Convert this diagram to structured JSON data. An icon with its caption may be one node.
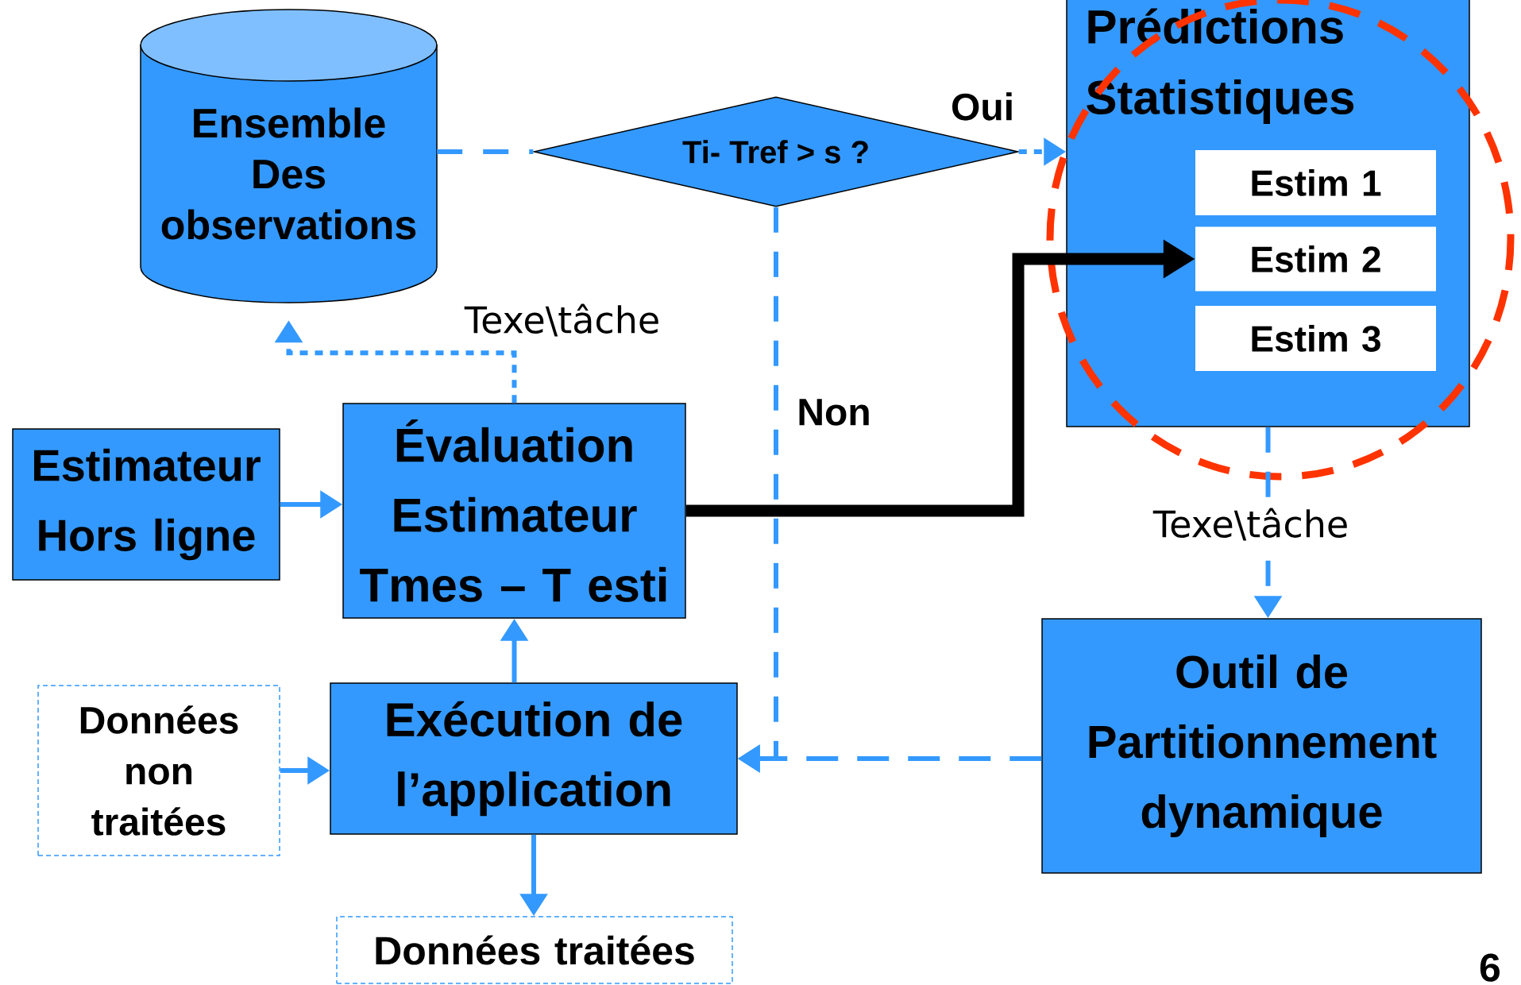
{
  "diagram": {
    "nodes": [
      {
        "text": [
          "Ensemble Des observations"
        ]
      },
      {
        "text": [
          "Ti- Tref > s ?"
        ]
      },
      {
        "text": [
          "Prédictions Statistiques"
        ]
      },
      {
        "text": [
          "Estim 1"
        ],
        "in": 2
      },
      {
        "text": [
          "Estim 2"
        ],
        "in": 2
      },
      {
        "text": [
          "Estim 3"
        ],
        "in": 2
      },
      {
        "text": [
          "Estimateur Hors ligne"
        ]
      },
      {
        "text": [
          "Évaluation Estimateur Tmes – T esti"
        ]
      },
      {
        "text": [
          "Exécution de l’application"
        ]
      },
      {
        "text": [
          "Données non traitées"
        ]
      },
      {
        "text": [
          "Outil de Partitionnement dynamique"
        ]
      },
      {
        "text": [
          "Données traitées"
        ]
      }
    ],
    "edges": [
      {
        "from": 0,
        "to": 1,
        "arrow": "none",
        "style": "dashed"
      },
      {
        "from": 1,
        "to": 2,
        "arrow": "to",
        "label": "Oui",
        "style": "dashed"
      },
      {
        "from": 1,
        "to": 8,
        "arrow": "to",
        "label": "Non",
        "style": "dashed"
      },
      {
        "from": 7,
        "to": 4,
        "arrow": "to",
        "style": "thick",
        "color": "#000000"
      },
      {
        "from": 7,
        "to": 0,
        "arrow": "to",
        "label": "Texe\\tâche",
        "style": "dashed"
      },
      {
        "from": 6,
        "to": 7,
        "arrow": "to"
      },
      {
        "from": 8,
        "to": 7,
        "arrow": "to"
      },
      {
        "from": 9,
        "to": 8,
        "arrow": "to"
      },
      {
        "from": 2,
        "to": 10,
        "arrow": "to",
        "label": "Texe\\tâche",
        "style": "dashed"
      },
      {
        "from": 10,
        "to": 8,
        "arrow": "to",
        "style": "dashed"
      },
      {
        "from": 8,
        "to": 11,
        "arrow": "to"
      }
    ],
    "labels": [
      "6"
    ]
  }
}
